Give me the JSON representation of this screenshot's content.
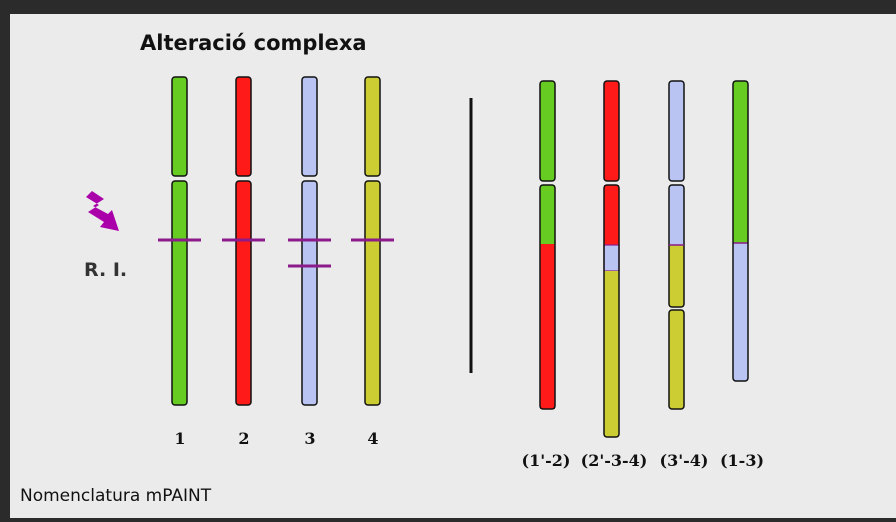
{
  "title": "Alteració complexa",
  "ri_label": "R. I.",
  "footer": "Nomenclatura mPAINT",
  "colors": {
    "green": "#66cc22",
    "red": "#ff1a1a",
    "blue": "#b9c4f2",
    "yellow": "#cccc33",
    "break_line": "#8b1a8b",
    "arrow": "#aa00aa"
  },
  "normal_labels": [
    "1",
    "2",
    "3",
    "4"
  ],
  "derivative_labels": [
    "(1'-2)",
    "(2'-3-4)",
    "(3'-4)",
    "(1-3)"
  ]
}
